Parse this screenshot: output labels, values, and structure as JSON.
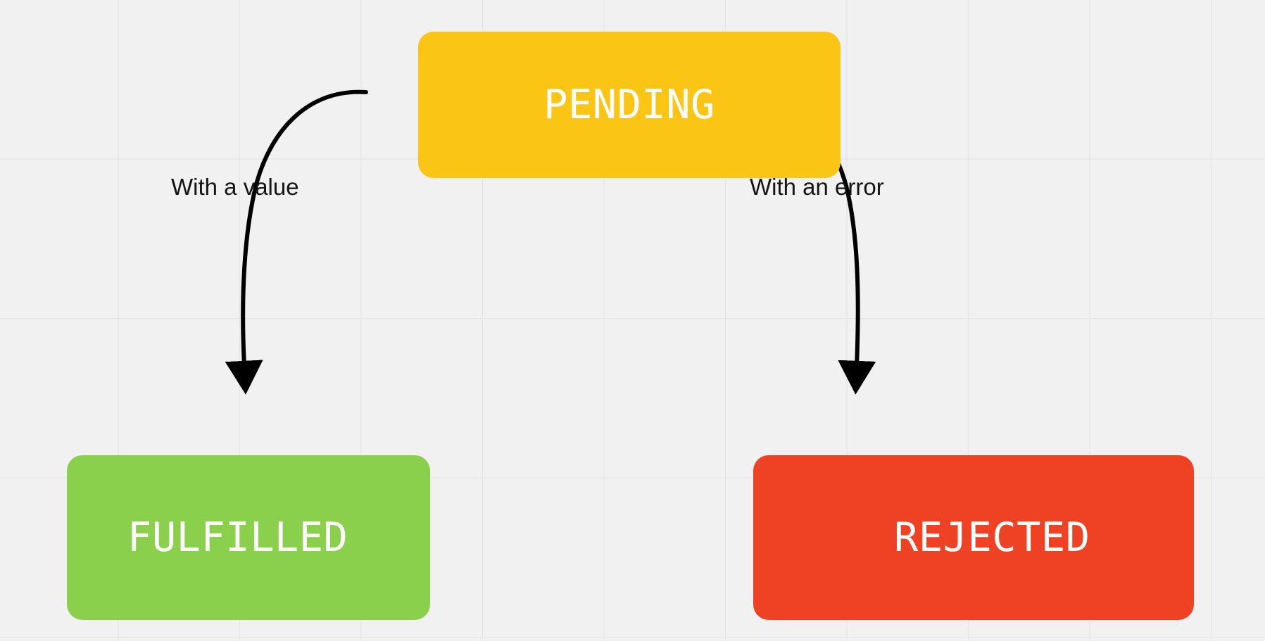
{
  "diagram": {
    "type": "state-flow",
    "background_color": "#f1f1f1",
    "grid_color": "#e4e4e4",
    "nodes": [
      {
        "id": "pending",
        "label": "PENDING",
        "color": "#fac515",
        "text_color": "#ffffff"
      },
      {
        "id": "fulfilled",
        "label": "FULFILLED",
        "color": "#8bd04c",
        "text_color": "#ffffff"
      },
      {
        "id": "rejected",
        "label": "REJECTED",
        "color": "#ef4123",
        "text_color": "#ffffff"
      }
    ],
    "edges": [
      {
        "id": "pending-to-fulfilled",
        "from": "pending",
        "to": "fulfilled",
        "label": "With a value",
        "color": "#000000"
      },
      {
        "id": "pending-to-rejected",
        "from": "pending",
        "to": "rejected",
        "label": "With an error",
        "color": "#000000"
      }
    ]
  }
}
